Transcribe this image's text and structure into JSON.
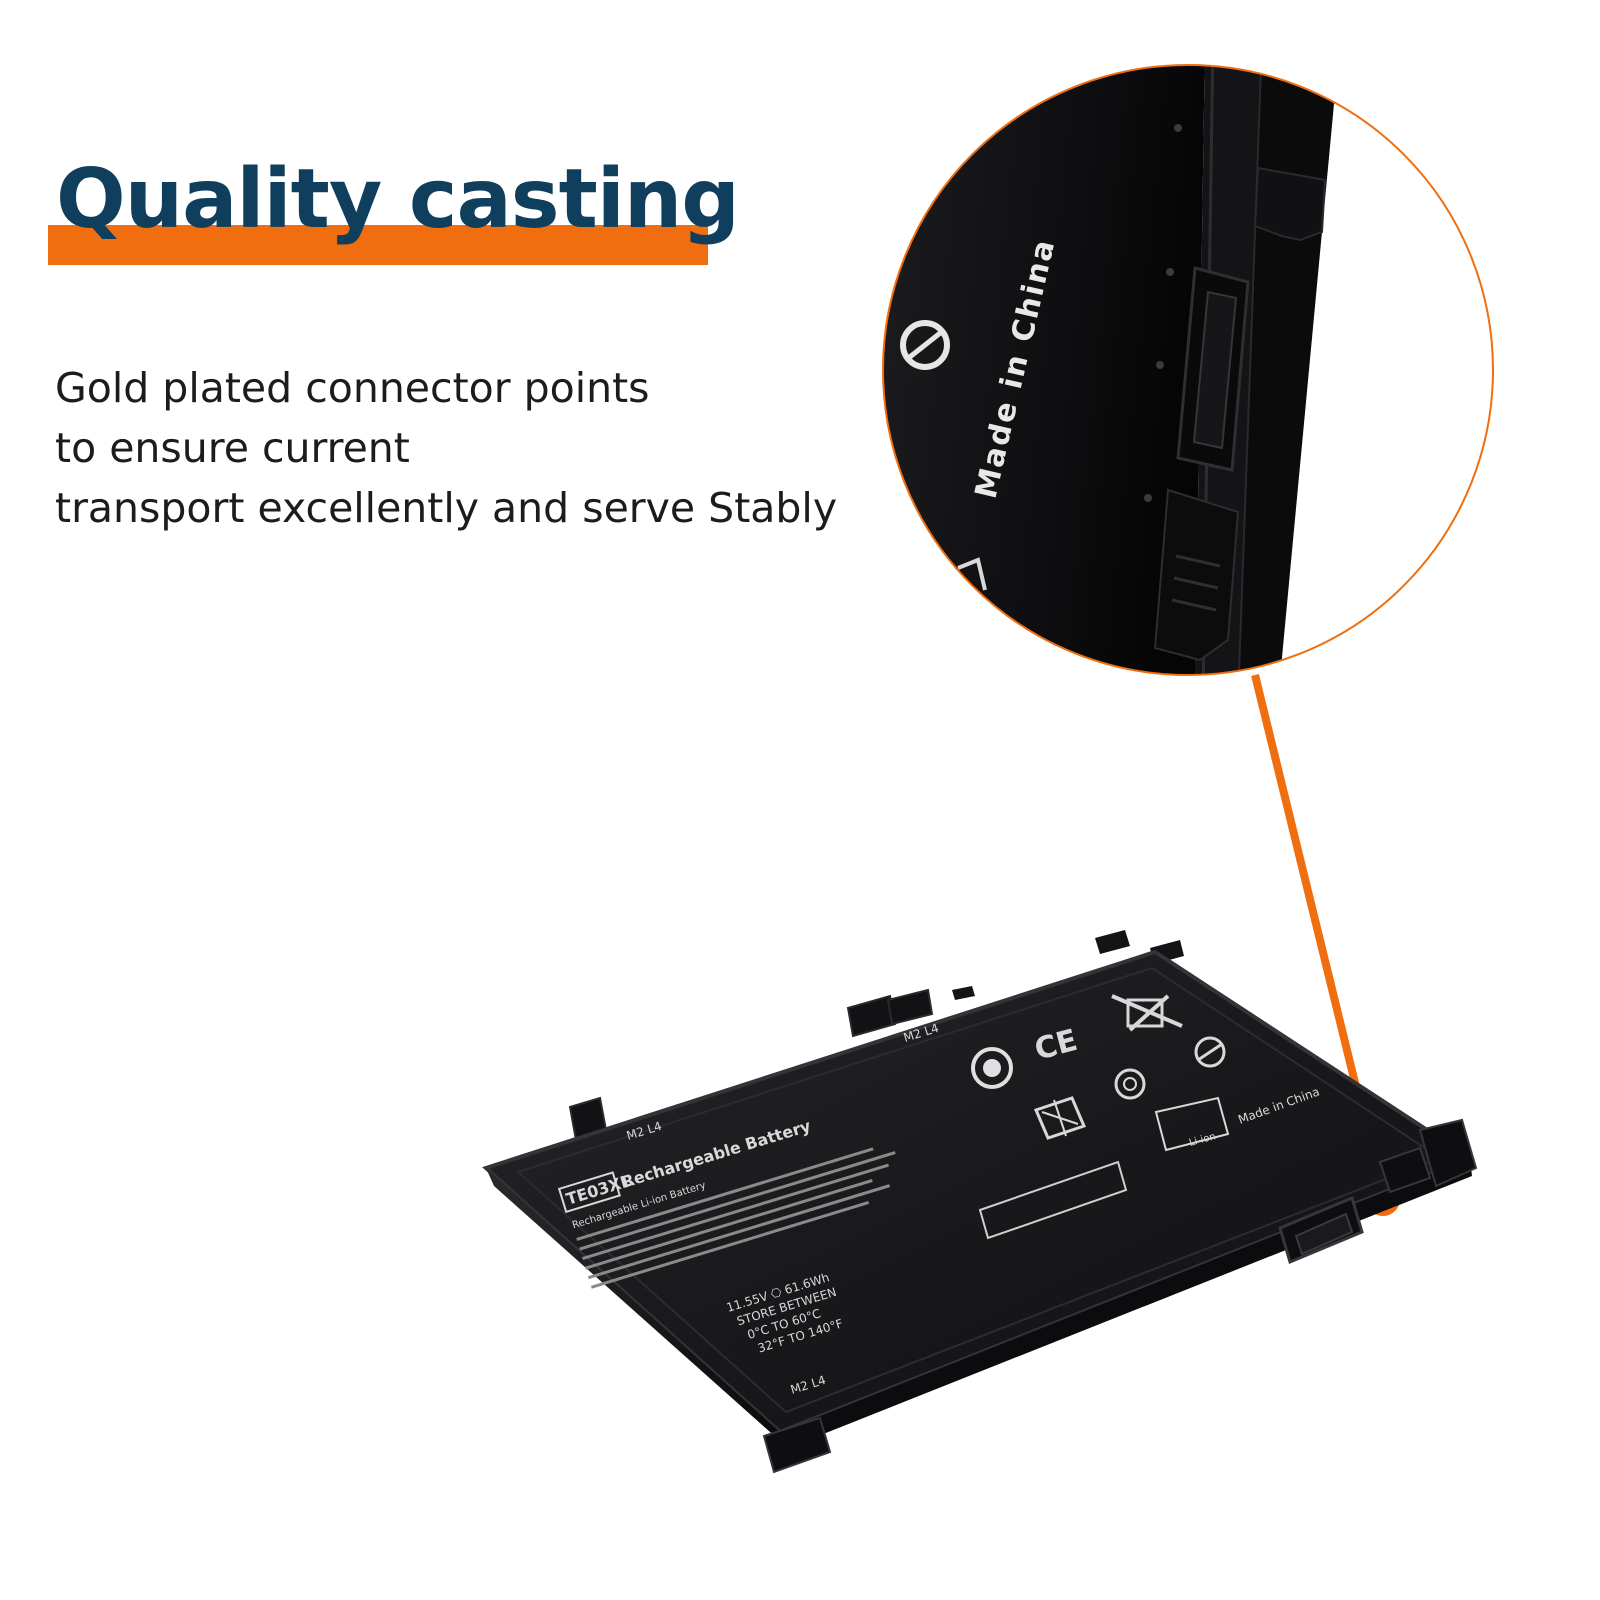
{
  "headline": "Quality casting",
  "description": [
    "Gold plated connector points",
    "to ensure current",
    "transport excellently and serve Stably"
  ],
  "zoom_label": "Made in China",
  "battery_label": {
    "model": "TE03XL",
    "title": "Rechargeable Battery",
    "type": "Rechargeable Li-ion Battery",
    "rating": "11.55V ⎔ 61.6Wh",
    "storage_heading": "STORE BETWEEN",
    "storage_celsius": "0°C TO 60°C",
    "storage_fahrenheit": "32°F TO 140°F",
    "screw_mark": "M2 L4",
    "origin": "Made in China",
    "recycle_badge": "Li-ion"
  },
  "colors": {
    "accent": "#f06e0f",
    "headline": "#0f3f5c",
    "body_text": "#1c1c1c",
    "battery": "#1a1a1c"
  },
  "icons": [
    "ce-mark-icon",
    "weee-crossed-bin-icon",
    "recycle-icon",
    "rcm-icon",
    "pse-icon"
  ]
}
